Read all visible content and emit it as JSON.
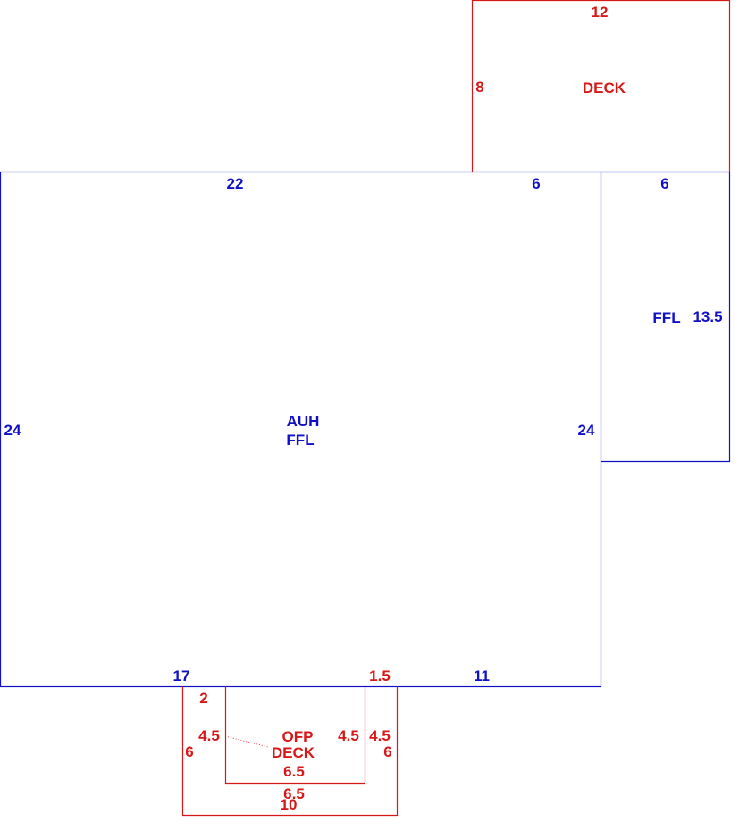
{
  "colors": {
    "blue": "#1010c8",
    "red": "#d81818"
  },
  "areas": {
    "main": {
      "label_1": "AUH",
      "label_2": "FFL",
      "dim_top_left": "22",
      "dim_top_right": "6",
      "dim_left": "24",
      "dim_right": "24",
      "dim_bottom_left": "17",
      "dim_bottom_right": "11"
    },
    "ffl_addition": {
      "label": "FFL",
      "dim_top": "6",
      "dim_right": "13.5"
    },
    "deck_top": {
      "label": "DECK",
      "dim_top": "12",
      "dim_left": "8"
    },
    "ofp_deck": {
      "label_1": "OFP",
      "label_2": "DECK",
      "dim_attach": "1.5",
      "dim_step": "2",
      "dim_left_outer": "6",
      "dim_left_inner": "4.5",
      "dim_right_inner": "4.5",
      "dim_right_mid": "4.5",
      "dim_right_outer": "6",
      "dim_inner_bottom": "6.5",
      "dim_inner_bottom_2": "6.5",
      "dim_outer_bottom": "10"
    }
  }
}
